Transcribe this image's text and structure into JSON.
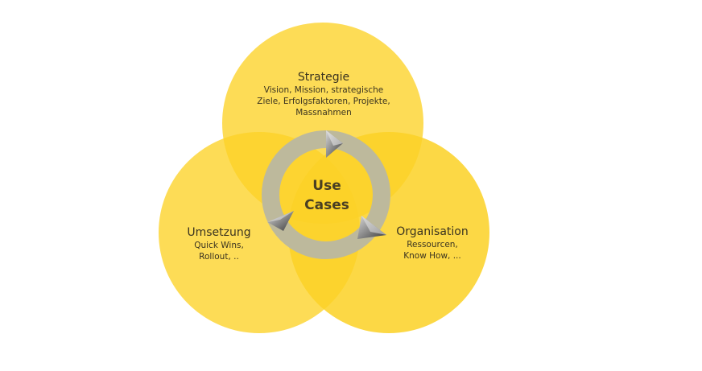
{
  "diagram": {
    "type": "venn-cycle",
    "colors": {
      "circle_fill": "#FCD226",
      "ring": "#BDB99C",
      "arrow_light": "#B9B9B9",
      "arrow_dark": "#4A4A4A",
      "text": "#3A3320"
    },
    "center": {
      "line1": "Use",
      "line2": "Cases"
    },
    "circles": {
      "strategie": {
        "title": "Strategie",
        "lines": [
          "Vision, Mission, strategische",
          "Ziele, Erfolgsfaktoren, Projekte,",
          "Massnahmen"
        ]
      },
      "organisation": {
        "title": "Organisation",
        "lines": [
          "Ressourcen,",
          "Know How, ..."
        ]
      },
      "umsetzung": {
        "title": "Umsetzung",
        "lines": [
          "Quick Wins,",
          "Rollout, .."
        ]
      }
    }
  }
}
